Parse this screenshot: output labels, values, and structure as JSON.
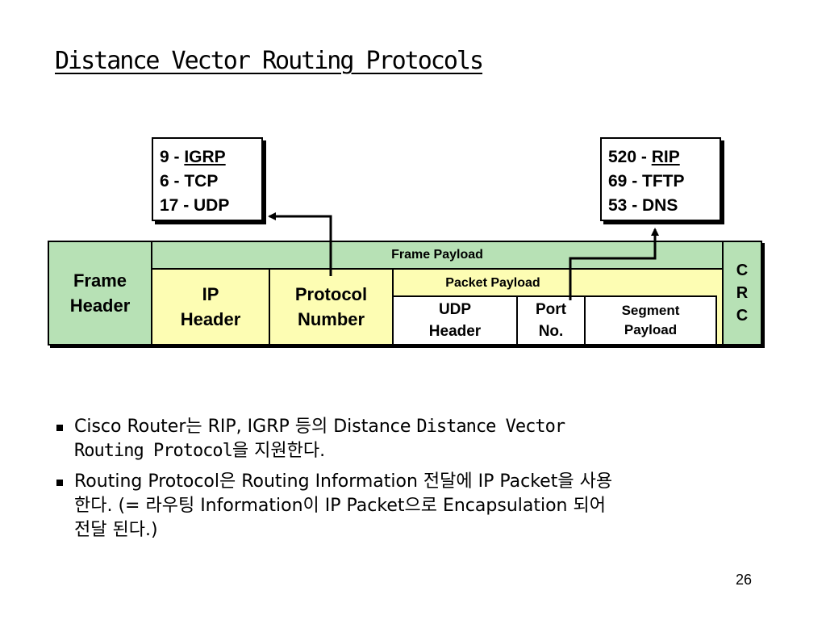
{
  "slide": {
    "title": "Distance Vector Routing Protocols",
    "page_number": "26"
  },
  "left_box": {
    "line1_prefix": "9 - ",
    "line1_link": "IGRP",
    "line2": "6 - TCP",
    "line3": "17 - UDP"
  },
  "right_box": {
    "line1_prefix": "520 - ",
    "line1_link": "RIP",
    "line2": "69 - TFTP",
    "line3": "53 - DNS"
  },
  "frame": {
    "frame_header": "Frame Header",
    "frame_payload": "Frame Payload",
    "ip_header": "IP Header",
    "protocol_number": "Protocol Number",
    "packet_payload": "Packet Payload",
    "udp_header": "UDP Header",
    "port_no": "Port No.",
    "segment_payload": "Segment Payload",
    "crc_c1": "C",
    "crc_r": "R",
    "crc_c2": "C"
  },
  "bullets": {
    "b1_part1": "Cisco Router는 RIP, IGRP 등의 Distance ",
    "b1_part2": "Distance Vector",
    "b1_line2": "Routing Protocol",
    "b1_line2_tail": "을 지원한다.",
    "b2_line1": "Routing Protocol은 Routing Information 전달에 IP Packet을 사용",
    "b2_line2": "한다.  (= 라우팅 Information이 IP Packet으로 Encapsulation 되어",
    "b2_line3": "전달 된다.)"
  },
  "colors": {
    "frame_green": "#b7e1b5",
    "packet_yellow": "#fdfdb3",
    "segment_white": "#ffffff"
  }
}
